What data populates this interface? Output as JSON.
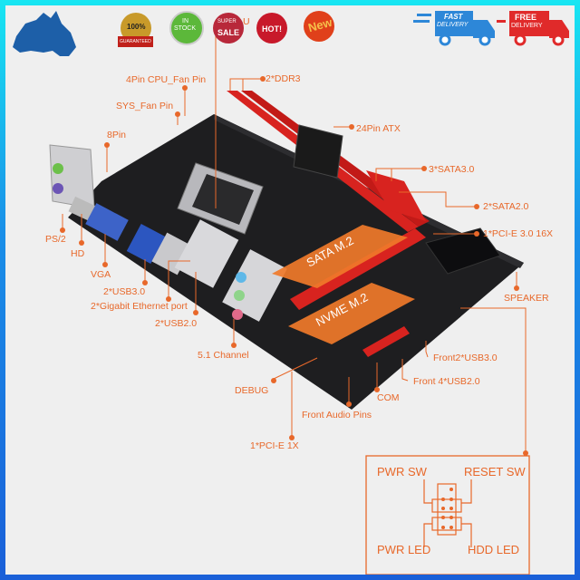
{
  "badges": {
    "guarantee": {
      "top": "100%",
      "ribbon": "GUARANTEED"
    },
    "in_stock": {
      "line1": "IN",
      "line2": "STOCK"
    },
    "super_sale": {
      "line1": "SUPER",
      "line2": "SALE"
    },
    "hot": "HOT!",
    "new": "New",
    "fast_delivery": {
      "line1": "FAST",
      "line2": "DELIVERY"
    },
    "free_delivery": {
      "line1": "FREE",
      "line2": "DELIVERY"
    }
  },
  "labels": {
    "cpu_partial": "U",
    "cpu_fan": "4Pin CPU_Fan Pin",
    "ddr3": "2*DDR3",
    "sys_fan": "SYS_Fan Pin",
    "pin8": "8Pin",
    "atx24": "24Pin ATX",
    "sata3": "3*SATA3.0",
    "sata2": "2*SATA2.0",
    "pcie16": "1*PCI-E 3.0 16X",
    "speaker": "SPEAKER",
    "ps2": "PS/2",
    "hd": "HD",
    "vga": "VGA",
    "usb3": "2*USB3.0",
    "ethernet": "2*Gigabit Ethernet port",
    "usb2": "2*USB2.0",
    "channel51": "5.1 Channel",
    "debug": "DEBUG",
    "com": "COM",
    "front_audio": "Front Audio Pins",
    "front_usb3": "Front2*USB3.0",
    "front_usb2": "Front 4*USB2.0",
    "pcie1": "1*PCI-E 1X",
    "sata_m2": "SATA M.2",
    "nvme_m2": "NVME M.2"
  },
  "panel_header": {
    "pwr_sw": "PWR SW",
    "reset_sw": "RESET SW",
    "pwr_led": "PWR LED",
    "hdd_led": "HDD  LED"
  },
  "colors": {
    "accent": "#e8682a",
    "board": "#1e1e20",
    "slot_red": "#d8231f",
    "m2_orange": "#f07a2a",
    "frame_blue": "#1a8fe8"
  }
}
